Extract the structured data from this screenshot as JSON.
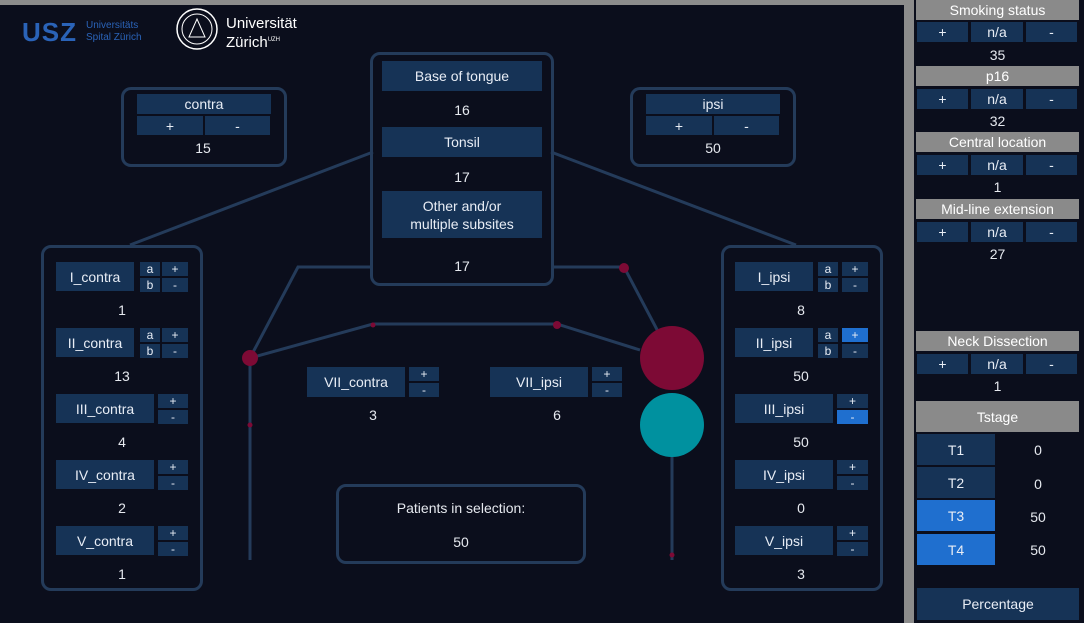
{
  "branding": {
    "usz_mark": "USZ",
    "usz_sub_line1": "Universitäts",
    "usz_sub_line2": "Spital Zürich",
    "uzh_line1": "Universität",
    "uzh_line2": "Zürich",
    "uzh_sup": "UZH"
  },
  "lateral": {
    "contra": {
      "label": "contra",
      "plus": "+",
      "minus": "-",
      "count": "15"
    },
    "ipsi": {
      "label": "ipsi",
      "plus": "+",
      "minus": "-",
      "count": "50"
    }
  },
  "subsites": [
    {
      "label": "Base of tongue",
      "count": "16"
    },
    {
      "label": "Tonsil",
      "count": "17"
    },
    {
      "label_line1": "Other and/or",
      "label_line2": "multiple subsites",
      "count": "17"
    }
  ],
  "contra_levels": [
    {
      "label": "I_contra",
      "a": "a",
      "b": "b",
      "plus": "+",
      "minus": "-",
      "count": "1"
    },
    {
      "label": "II_contra",
      "a": "a",
      "b": "b",
      "plus": "+",
      "minus": "-",
      "count": "13"
    },
    {
      "label": "III_contra",
      "plus": "+",
      "minus": "-",
      "count": "4"
    },
    {
      "label": "IV_contra",
      "plus": "+",
      "minus": "-",
      "count": "2"
    },
    {
      "label": "V_contra",
      "plus": "+",
      "minus": "-",
      "count": "1"
    }
  ],
  "ipsi_levels": [
    {
      "label": "I_ipsi",
      "a": "a",
      "b": "b",
      "plus": "+",
      "minus": "-",
      "count": "8"
    },
    {
      "label": "II_ipsi",
      "a": "a",
      "b": "b",
      "plus": "+",
      "minus": "-",
      "count": "50",
      "active": "plus"
    },
    {
      "label": "III_ipsi",
      "plus": "+",
      "minus": "-",
      "count": "50",
      "active": "minus"
    },
    {
      "label": "IV_ipsi",
      "plus": "+",
      "minus": "-",
      "count": "0"
    },
    {
      "label": "V_ipsi",
      "plus": "+",
      "minus": "-",
      "count": "3"
    }
  ],
  "vii": {
    "contra": {
      "label": "VII_contra",
      "plus": "+",
      "minus": "-",
      "count": "3"
    },
    "ipsi": {
      "label": "VII_ipsi",
      "plus": "+",
      "minus": "-",
      "count": "6"
    }
  },
  "selection": {
    "label": "Patients in selection:",
    "count": "50"
  },
  "sidebar": {
    "modalities": [
      {
        "title": "Smoking status",
        "plus": "+",
        "na": "n/a",
        "minus": "-",
        "count": "35"
      },
      {
        "title": "p16",
        "plus": "+",
        "na": "n/a",
        "minus": "-",
        "count": "32"
      },
      {
        "title": "Central location",
        "plus": "+",
        "na": "n/a",
        "minus": "-",
        "count": "1"
      },
      {
        "title": "Mid-line extension",
        "plus": "+",
        "na": "n/a",
        "minus": "-",
        "count": "27"
      }
    ],
    "neck": {
      "title": "Neck Dissection",
      "plus": "+",
      "na": "n/a",
      "minus": "-",
      "count": "1"
    },
    "tstage": {
      "title": "Tstage",
      "rows": [
        {
          "label": "T1",
          "count": "0",
          "active": false
        },
        {
          "label": "T2",
          "count": "0",
          "active": false
        },
        {
          "label": "T3",
          "count": "50",
          "active": true
        },
        {
          "label": "T4",
          "count": "50",
          "active": true
        }
      ]
    },
    "percentage": "Percentage"
  },
  "colors": {
    "background": "#0b0e1c",
    "button": "#163356",
    "button_active": "#1f6fcf",
    "line": "#243b5a",
    "node_red": "#7d0a35",
    "node_teal": "#00919f",
    "header_grey": "#8a8a8a"
  }
}
